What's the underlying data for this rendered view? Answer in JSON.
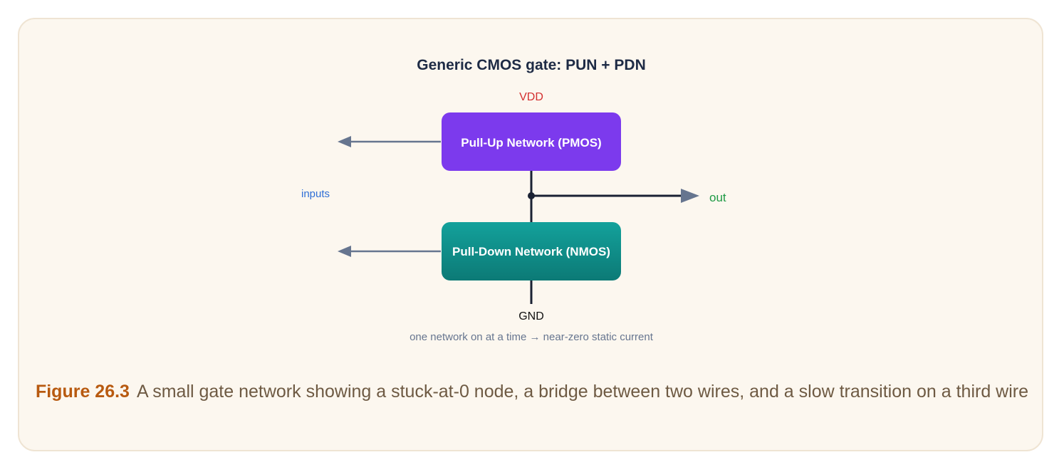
{
  "diagram": {
    "title": "Generic CMOS gate: PUN + PDN",
    "vdd_label": "VDD",
    "gnd_label": "GND",
    "inputs_label": "inputs",
    "output_label": "out",
    "pun_label": "Pull-Up Network (PMOS)",
    "pdn_label": "Pull-Down Network (NMOS)",
    "note": "one network on at a time → near-zero static current"
  },
  "caption": {
    "label": "Figure 26.3",
    "text": "A small gate network showing a stuck-at-0 node, a bridge between two wires, and a slow transition on a third wire"
  },
  "colors": {
    "background": "#fcf7ef",
    "title": "#1e2b45",
    "vdd": "#d32f2f",
    "gnd": "#111111",
    "inputs": "#2f6fd6",
    "output": "#1e9a45",
    "pun_fill": "#7c3aed",
    "pdn_fill": "#0f8f8a",
    "wire": "#1a2133",
    "arrow": "#66758f",
    "note": "#66758f",
    "caption_label": "#b85a10",
    "caption_text": "#6e5a43"
  },
  "icons": {
    "input_arrows": "arrow-left-icon",
    "output_arrow": "arrow-right-icon",
    "junction": "dot-icon"
  }
}
